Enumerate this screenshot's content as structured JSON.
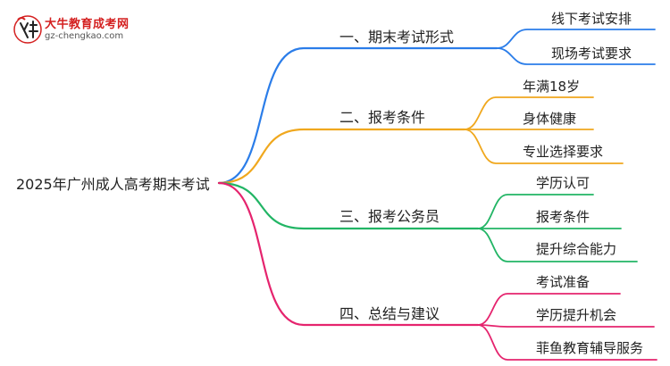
{
  "logo": {
    "title": "大牛教育成考网",
    "url": "gz-chengkao.com"
  },
  "root": {
    "label": "2025年广州成人高考期末考试"
  },
  "branches": [
    {
      "label": "一、期末考试形式",
      "color": "#2b7de9",
      "children": [
        "线下考试安排",
        "现场考试要求"
      ]
    },
    {
      "label": "二、报考条件",
      "color": "#f0a81e",
      "children": [
        "年满18岁",
        "身体健康",
        "专业选择要求"
      ]
    },
    {
      "label": "三、报考公务员",
      "color": "#22b565",
      "children": [
        "学历认可",
        "报考条件",
        "提升综合能力"
      ]
    },
    {
      "label": "四、总结与建议",
      "color": "#e5246e",
      "children": [
        "考试准备",
        "学历提升机会",
        "菲鱼教育辅导服务"
      ]
    }
  ]
}
